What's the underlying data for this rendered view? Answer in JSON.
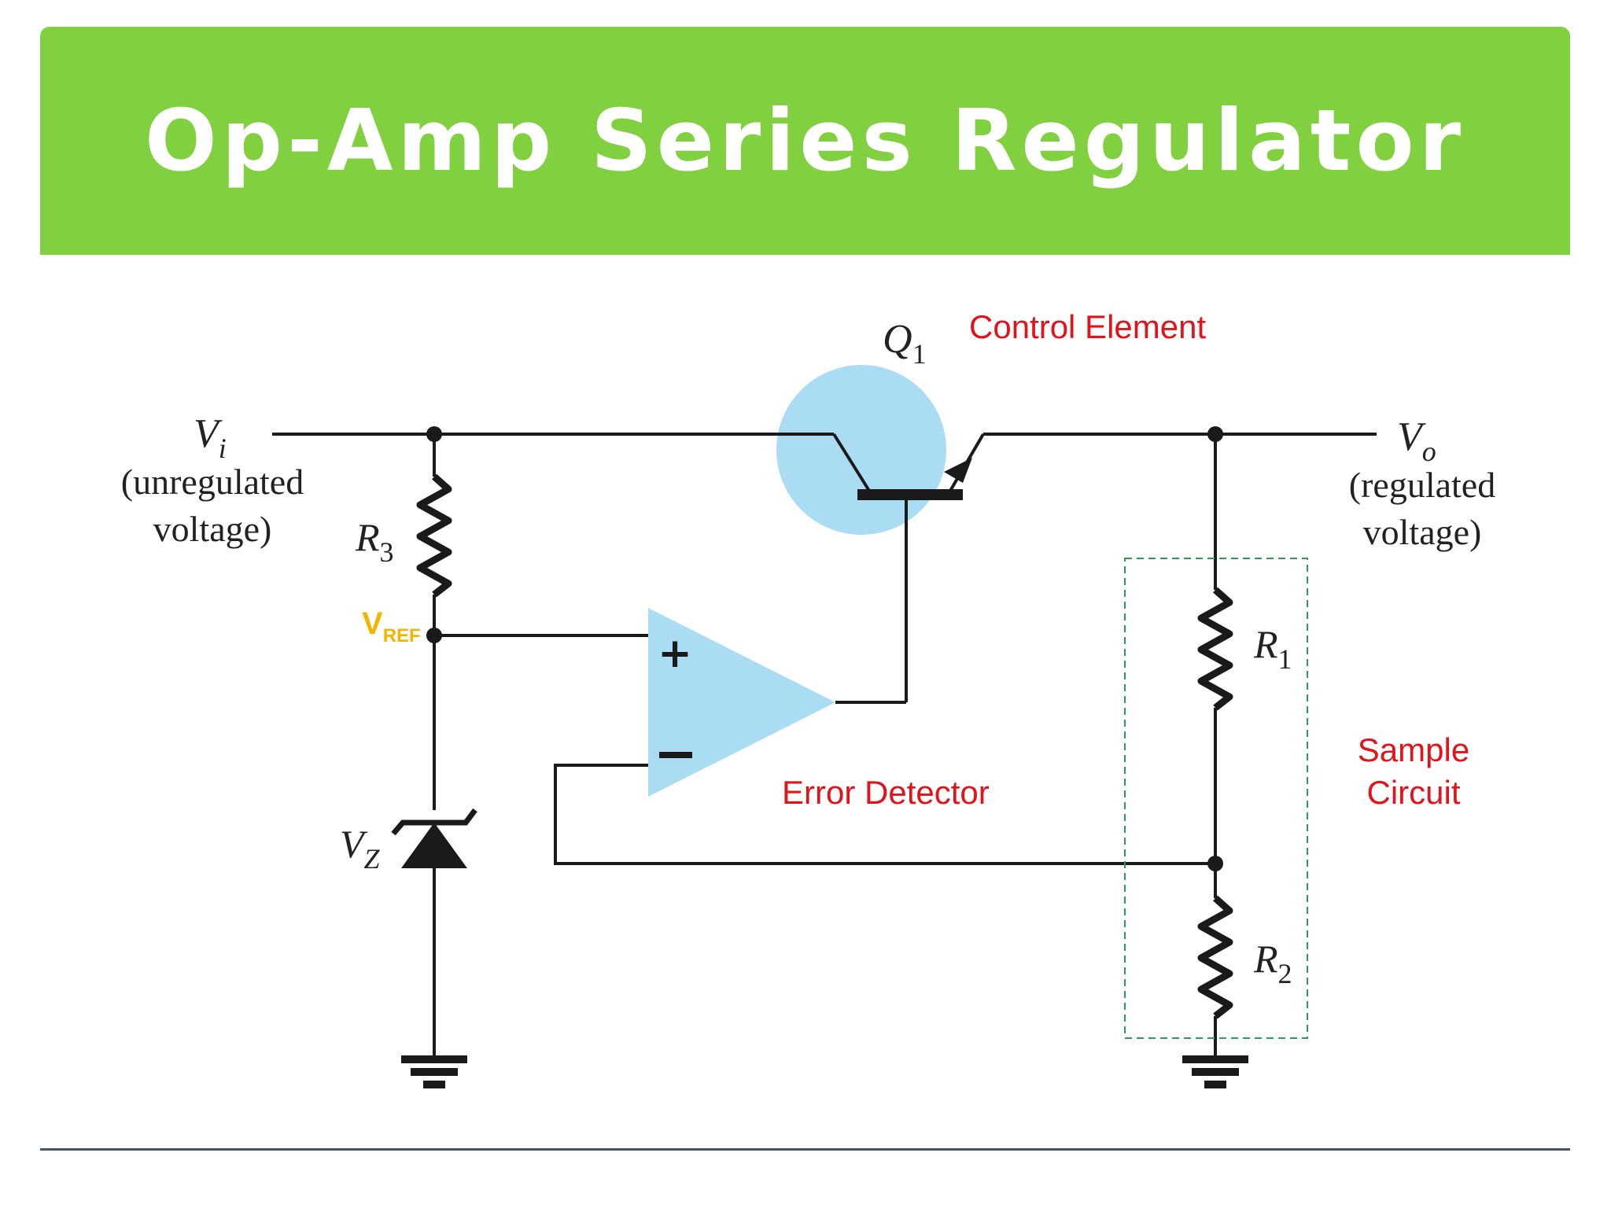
{
  "title": "Op-Amp Series Regulator",
  "colors": {
    "title_bg": "#80d03f",
    "component_fill": "#aadcf4",
    "label_red": "#e0141a",
    "vref": "#f4b400",
    "sample_box": "#2a9d57"
  },
  "labels": {
    "vi": "V",
    "vi_sub": "i",
    "vi_desc_1": "(unregulated",
    "vi_desc_2": "voltage)",
    "vo": "V",
    "vo_sub": "o",
    "vo_desc_1": "(regulated",
    "vo_desc_2": "voltage)",
    "q1": "Q",
    "q1_sub": "1",
    "r1": "R",
    "r1_sub": "1",
    "r2": "R",
    "r2_sub": "2",
    "r3": "R",
    "r3_sub": "3",
    "vz": "V",
    "vz_sub": "Z",
    "vref": "V",
    "vref_sub": "REF",
    "plus": "+",
    "minus": "−"
  },
  "annotations": {
    "control_element": "Control Element",
    "error_detector": "Error Detector",
    "sample_line_1": "Sample",
    "sample_line_2": "Circuit"
  }
}
